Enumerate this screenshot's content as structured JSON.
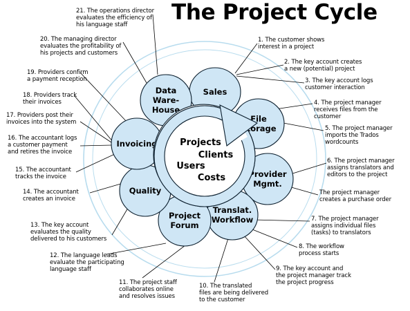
{
  "title": "The Project Cycle",
  "colors": {
    "node_fill": "#cfe6f5",
    "node_stroke": "#0b1e2d",
    "ring": "#b8dcee",
    "arrow_fill": "#cfe6f5",
    "line": "#000000"
  },
  "core": {
    "labels": [
      "Projects",
      "Clients",
      "Users",
      "Costs"
    ]
  },
  "segments": [
    {
      "id": "sales",
      "label": "Sales"
    },
    {
      "id": "file-storage",
      "label": "File\nStorage"
    },
    {
      "id": "provider-mgmt",
      "label": "Provider\nMgmt."
    },
    {
      "id": "translat-workflow",
      "label": "Translat.\nWorkflow"
    },
    {
      "id": "project-forum",
      "label": "Project\nForum"
    },
    {
      "id": "quality",
      "label": "Quality"
    },
    {
      "id": "invoicing",
      "label": "Invoicing"
    },
    {
      "id": "data-warehouse",
      "label": "Data\nWare-\nHouse"
    }
  ],
  "steps": [
    {
      "id": "step-1",
      "text": "1. The customer shows\ninterest in a project"
    },
    {
      "id": "step-2",
      "text": "2. The key account creates\na new (potential) project"
    },
    {
      "id": "step-3",
      "text": "3. The key account logs\ncustomer interaction"
    },
    {
      "id": "step-4",
      "text": "4. The project manager\nreceives files from the\ncustomer"
    },
    {
      "id": "step-5",
      "text": "5. The project manager\nimports the Trados\nwordcounts"
    },
    {
      "id": "step-6",
      "text": "6. The project manager\nassigns translators and\neditors to the project"
    },
    {
      "id": "step-6b",
      "text": "The project manager\ncreates a purchase order"
    },
    {
      "id": "step-7",
      "text": "7. The project manager\nassigns individual files\n(tasks) to translators"
    },
    {
      "id": "step-8",
      "text": "8. The workflow\nprocess starts"
    },
    {
      "id": "step-9",
      "text": "9. The key account and\nthe project manager track\nthe project progress"
    },
    {
      "id": "step-10",
      "text": "10. The translated\nfiles are being delivered\nto the customer"
    },
    {
      "id": "step-11",
      "text": "11. The project staff\ncollaborates online\nand resolves issues"
    },
    {
      "id": "step-12",
      "text": "12. The language leads\nevaluate the participating\nlanguage staff"
    },
    {
      "id": "step-13",
      "text": "13. The key account\nevaluates the quality\ndelivered to his customers"
    },
    {
      "id": "step-14",
      "text": "14. The accountant\ncreates an invoice"
    },
    {
      "id": "step-15",
      "text": "15. The accountant\ntracks the invoice"
    },
    {
      "id": "step-16",
      "text": "16. The accountant logs\na customer payment\nand retires the invoice"
    },
    {
      "id": "step-17",
      "text": "17. Providers post their\ninvoices into the system"
    },
    {
      "id": "step-18",
      "text": "18. Providers track\ntheir invoices"
    },
    {
      "id": "step-19",
      "text": "19. Providers confirm\na payment reception"
    },
    {
      "id": "step-20",
      "text": "20. The managing director\nevaluates the profitability of\nhis projects and customers"
    },
    {
      "id": "step-21",
      "text": "21. The operations director\nevaluates the efficiency of\nhis language staff"
    }
  ]
}
